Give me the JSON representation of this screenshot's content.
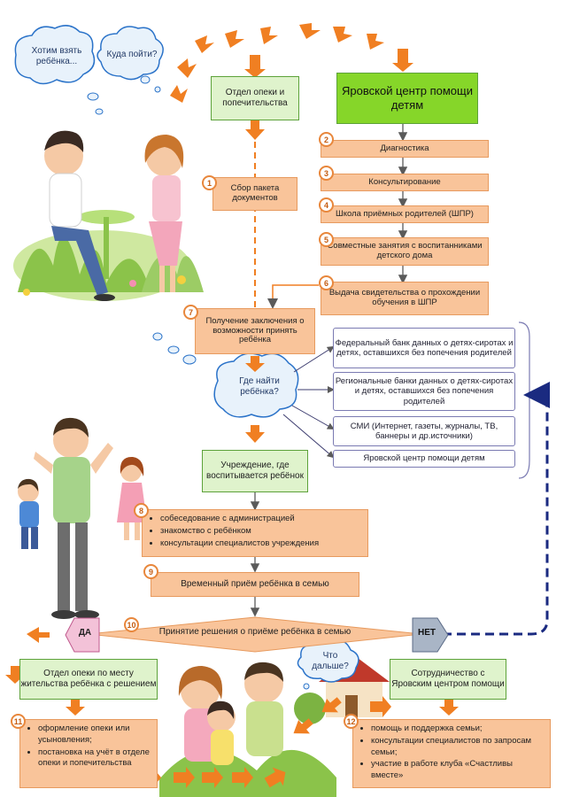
{
  "clouds": {
    "hotim": "Хотим взять ребёнка...",
    "kuda": "Куда пойти?",
    "gde": "Где найти ребёнка?",
    "chto": "Что дальше?"
  },
  "top": {
    "otdel": "Отдел опеки и попечительства",
    "yarovskoy": "Яровской центр помощи детям"
  },
  "steps": {
    "s1": {
      "num": "1",
      "text": "Сбор пакета документов"
    },
    "s2": {
      "num": "2",
      "text": "Диагностика"
    },
    "s3": {
      "num": "3",
      "text": "Консультирование"
    },
    "s4": {
      "num": "4",
      "text": "Школа приёмных родителей (ШПР)"
    },
    "s5": {
      "num": "5",
      "text": "Совместные занятия с воспитанниками детского дома"
    },
    "s6": {
      "num": "6",
      "text": "Выдача свидетельства о прохождении обучения в ШПР"
    },
    "s7": {
      "num": "7",
      "text": "Получение заключения о возможности принять ребёнка"
    },
    "s9": {
      "num": "9",
      "text": "Временный приём ребёнка в семью"
    },
    "s10": {
      "num": "10",
      "text": "Принятие решения о приёме ребёнка в семью"
    }
  },
  "sources": [
    "Федеральный банк данных о детях-сиротах и детях, оставшихся без попечения родителей",
    "Региональные банки данных о детях-сиротах и детях, оставшихся без попечения родителей",
    "СМИ (Интернет, газеты, журналы, ТВ, баннеры и др.источники)",
    "Яровской центр помощи детям"
  ],
  "uchrezhdenie": "Учреждение, где воспитывается ребёнок",
  "step8": {
    "num": "8",
    "items": [
      "собеседование с администрацией",
      "знакомство с ребёнком",
      "консультации специалистов учреждения"
    ]
  },
  "decision": {
    "yes": "ДА",
    "no": "НЕТ"
  },
  "otdel_mesto": "Отдел опеки по месту жительства ребёнка с решением",
  "sotrud": "Сотрудничество с Яровским центром помощи",
  "step11": {
    "num": "11",
    "items": [
      "оформление опеки или усыновления;",
      "постановка на учёт в отделе опеки и попечительства"
    ]
  },
  "step12": {
    "num": "12",
    "items": [
      "помощь и поддержка семьи;",
      "консультации специалистов по запросам семьи;",
      "участие в работе клуба «Счастливы вместе»"
    ]
  },
  "colors": {
    "orange_box": "#f9c49a",
    "arrow": "#f07f22",
    "green_box": "#dff3cc",
    "bright_green": "#86d629",
    "dashed_navy": "#1a2a80"
  }
}
